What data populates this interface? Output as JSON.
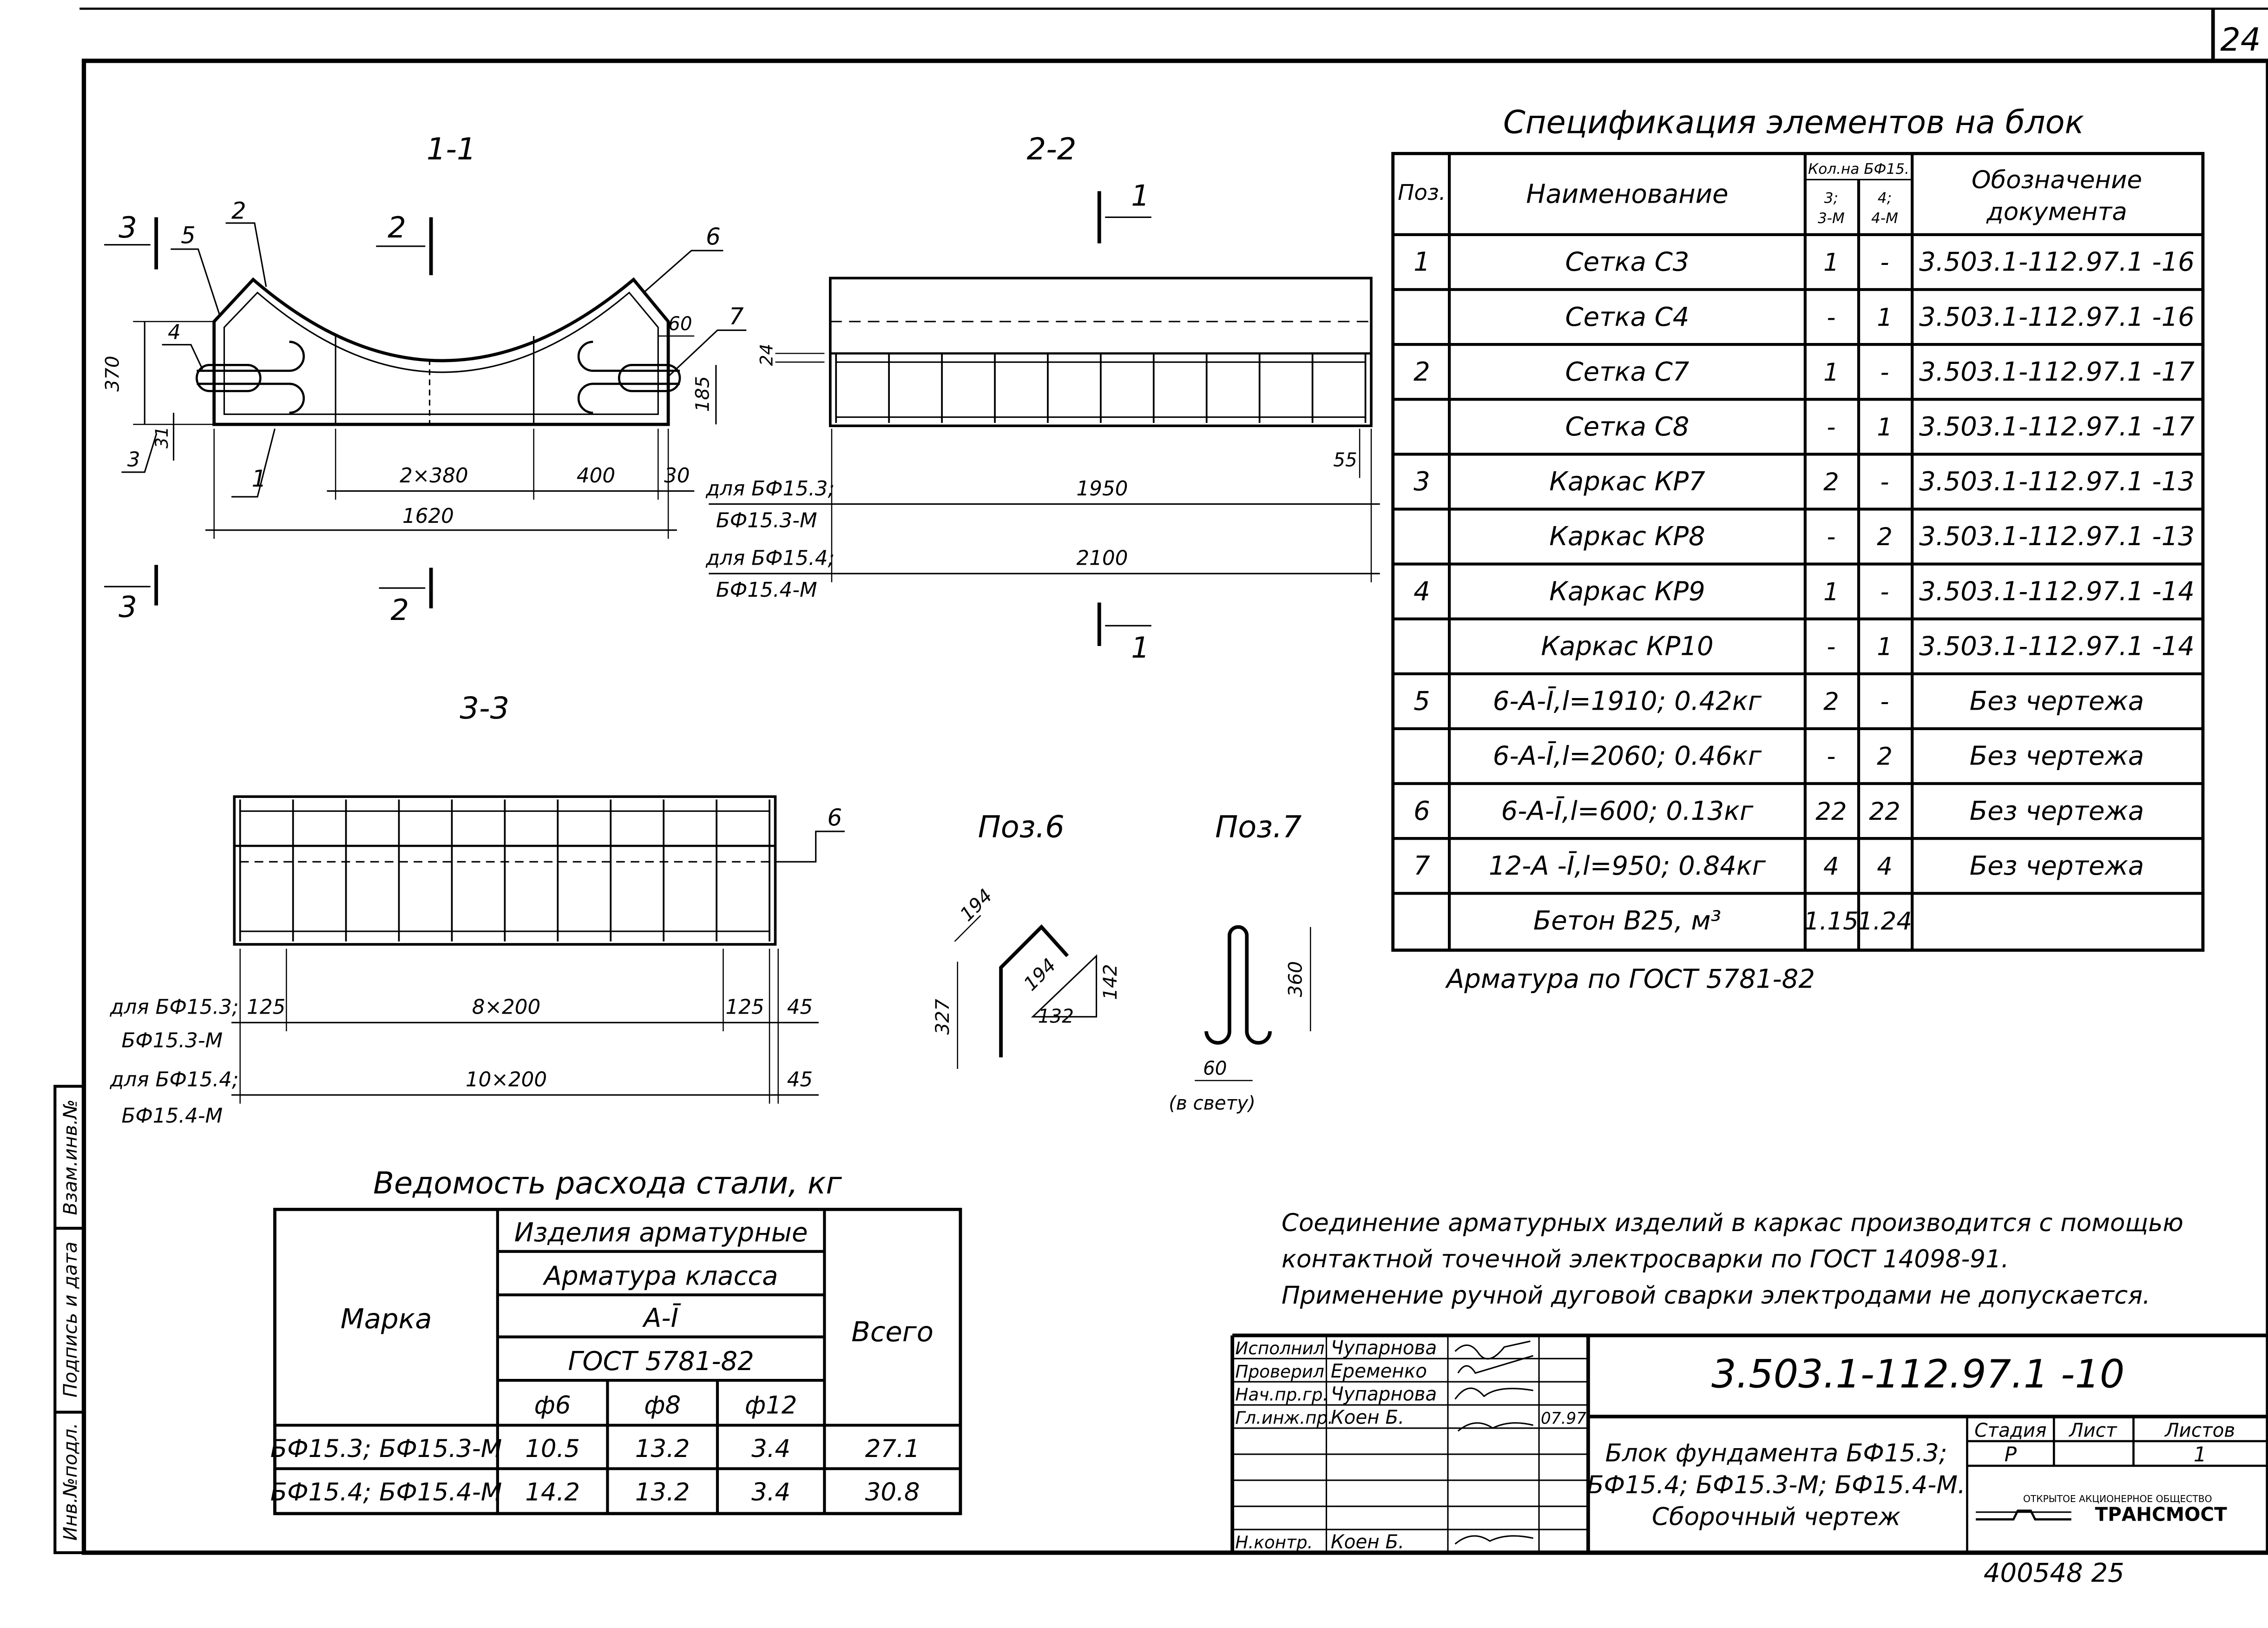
{
  "sheet": {
    "page_number": "24",
    "handwritten_note": "400548 25"
  },
  "side_stamp": [
    {
      "label": "Взам.инв.№"
    },
    {
      "label": "Подпись и дата"
    },
    {
      "label": "Инв.№подл."
    }
  ],
  "views": {
    "section_1_1": "1-1",
    "section_2_2": "2-2",
    "section_3_3": "3-3",
    "pos6": "Поз.6",
    "pos7": "Поз.7"
  },
  "section_marks": {
    "left_top": "3",
    "left_bottom": "3",
    "mid_top": "2",
    "mid_bottom": "2",
    "right_top": "1",
    "right_bottom": "1"
  },
  "view_1_1": {
    "callouts": [
      "5",
      "2",
      "6",
      "4",
      "7",
      "1"
    ],
    "dims": {
      "h370": "370",
      "h31": "31",
      "c3": "3",
      "d60": "60",
      "d185": "185",
      "d2x380": "2×380",
      "d400": "400",
      "d30": "30",
      "d1620": "1620"
    }
  },
  "view_2_2": {
    "dims": {
      "d24": "24",
      "d55": "55",
      "d1950": "1950",
      "d2100": "2100"
    },
    "labels": {
      "for_bf153": "для БФ15.3;",
      "bf153m": "БФ15.3-М",
      "for_bf154": "для БФ15.4;",
      "bf154m": "БФ15.4-М"
    }
  },
  "view_3_3": {
    "callout": "6",
    "dims": {
      "d125a": "125",
      "d8x200": "8×200",
      "d125b": "125",
      "d45a": "45",
      "d10x200": "10×200",
      "d45b": "45"
    },
    "labels": {
      "for_bf153": "для БФ15.3;",
      "bf153m": "БФ15.3-М",
      "for_bf154": "для БФ15.4;",
      "bf154m": "БФ15.4-М"
    }
  },
  "pos6_dims": {
    "d194a": "194",
    "d194b": "194",
    "d142": "142",
    "d132": "132",
    "d327": "327"
  },
  "pos7_dims": {
    "d360": "360",
    "d60": "60",
    "clear": "(в свету)"
  },
  "spec": {
    "title": "Спецификация элементов на блок",
    "headers": {
      "pos": "Поз.",
      "name": "Наименование",
      "qty": "Кол.на БФ15.",
      "qty_a": "3;",
      "qty_a2": "3-М",
      "qty_b": "4;",
      "qty_b2": "4-М",
      "doc": "Обозначение",
      "doc2": "документа"
    },
    "rows": [
      {
        "pos": "1",
        "name": "Сетка С3",
        "q1": "1",
        "q2": "-",
        "doc": "3.503.1-112.97.1 -16"
      },
      {
        "pos": "",
        "name": "Сетка С4",
        "q1": "-",
        "q2": "1",
        "doc": "3.503.1-112.97.1 -16"
      },
      {
        "pos": "2",
        "name": "Сетка С7",
        "q1": "1",
        "q2": "-",
        "doc": "3.503.1-112.97.1 -17"
      },
      {
        "pos": "",
        "name": "Сетка С8",
        "q1": "-",
        "q2": "1",
        "doc": "3.503.1-112.97.1 -17"
      },
      {
        "pos": "3",
        "name": "Каркас КР7",
        "q1": "2",
        "q2": "-",
        "doc": "3.503.1-112.97.1 -13"
      },
      {
        "pos": "",
        "name": "Каркас КР8",
        "q1": "-",
        "q2": "2",
        "doc": "3.503.1-112.97.1 -13"
      },
      {
        "pos": "4",
        "name": "Каркас КР9",
        "q1": "1",
        "q2": "-",
        "doc": "3.503.1-112.97.1 -14"
      },
      {
        "pos": "",
        "name": "Каркас КР10",
        "q1": "-",
        "q2": "1",
        "doc": "3.503.1-112.97.1 -14"
      },
      {
        "pos": "5",
        "name": "6-А-Ī,l=1910; 0.42кг",
        "q1": "2",
        "q2": "-",
        "doc": "Без чертежа"
      },
      {
        "pos": "",
        "name": "6-А-Ī,l=2060; 0.46кг",
        "q1": "-",
        "q2": "2",
        "doc": "Без чертежа"
      },
      {
        "pos": "6",
        "name": "6-А-Ī,l=600; 0.13кг",
        "q1": "22",
        "q2": "22",
        "doc": "Без чертежа"
      },
      {
        "pos": "7",
        "name": "12-А -Ī,l=950; 0.84кг",
        "q1": "4",
        "q2": "4",
        "doc": "Без чертежа"
      },
      {
        "pos": "",
        "name": "Бетон В25, м³",
        "q1": "1.15",
        "q2": "1.24",
        "doc": ""
      }
    ],
    "note": "Арматура по ГОСТ 5781-82"
  },
  "steel": {
    "title": "Ведомость расхода стали, кг",
    "headers": {
      "mark": "Марка",
      "h1": "Изделия арматурные",
      "h2": "Арматура класса",
      "h3": "А-Ī",
      "h4": "ГОСТ 5781-82",
      "d6": "ф6",
      "d8": "ф8",
      "d12": "ф12",
      "total": "Всего"
    },
    "rows": [
      {
        "mark": "БФ15.3; БФ15.3-М",
        "d6": "10.5",
        "d8": "13.2",
        "d12": "3.4",
        "total": "27.1"
      },
      {
        "mark": "БФ15.4; БФ15.4-М",
        "d6": "14.2",
        "d8": "13.2",
        "d12": "3.4",
        "total": "30.8"
      }
    ]
  },
  "notes": [
    "Соединение арматурных изделий в каркас производится с помощью",
    "контактной точечной электросварки по ГОСТ 14098-91.",
    "Применение ручной дуговой сварки электродами не допускается."
  ],
  "title_block": {
    "code": "3.503.1-112.97.1 -10",
    "people": [
      {
        "role": "Исполнил",
        "name": "Чупарнова",
        "date": ""
      },
      {
        "role": "Проверил",
        "name": "Еременко",
        "date": ""
      },
      {
        "role": "Нач.пр.гр.",
        "name": "Чупарнова",
        "date": ""
      },
      {
        "role": "Гл.инж.пр.",
        "name": "Коен Б.",
        "date": "07.97"
      },
      {
        "role": "",
        "name": "",
        "date": ""
      },
      {
        "role": "",
        "name": "",
        "date": ""
      },
      {
        "role": "Н.контр.",
        "name": "Коен Б.",
        "date": ""
      }
    ],
    "name_lines": [
      "Блок фундамента БФ15.3;",
      "БФ15.4; БФ15.3-М; БФ15.4-М.",
      "Сборочный чертеж"
    ],
    "stage_label": "Стадия",
    "sheet_label": "Лист",
    "sheets_label": "Листов",
    "stage": "Р",
    "sheets": "1",
    "company_line1": "ОТКРЫТОЕ АКЦИОНЕРНОЕ ОБЩЕСТВО",
    "company_line2": "ТРАНСМОСТ"
  }
}
